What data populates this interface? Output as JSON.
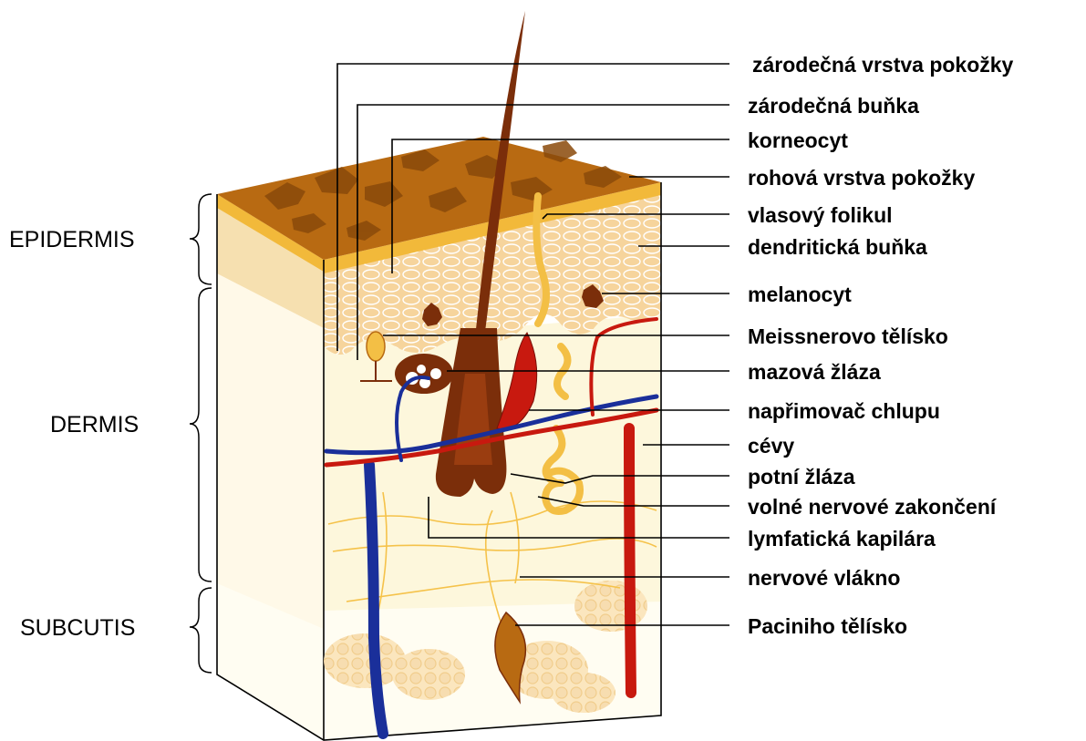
{
  "colors": {
    "stratum_corneum": "#b86a12",
    "stratum_corneum_dark": "#8a4a0a",
    "granular_layer": "#f2b93a",
    "epidermis_cells": "#f6d49c",
    "cell_outline": "#ffffff",
    "dermis": "#fdf7dc",
    "subcutis": "#fffdf2",
    "fat": "#f7ddb0",
    "hair": "#7b2e0a",
    "vein": "#1a2f9a",
    "artery": "#c8190f",
    "gland": "#f3bf45",
    "nerve": "#f5c24a"
  },
  "layers": [
    {
      "label": "EPIDERMIS"
    },
    {
      "label": "DERMIS"
    },
    {
      "label": "SUBCUTIS"
    }
  ],
  "labels": [
    {
      "text": "zárodečná vrstva pokožky"
    },
    {
      "text": "zárodečná buňka"
    },
    {
      "text": "korneocyt"
    },
    {
      "text": "rohová vrstva pokožky"
    },
    {
      "text": "vlasový folikul"
    },
    {
      "text": "dendritická buňka"
    },
    {
      "text": "melanocyt"
    },
    {
      "text": "Meissnerovo tělísko"
    },
    {
      "text": "mazová žláza"
    },
    {
      "text": "napřimovač chlupu"
    },
    {
      "text": "cévy"
    },
    {
      "text": "potní žláza"
    },
    {
      "text": "volné nervové zakončení"
    },
    {
      "text": "lymfatická kapilára"
    },
    {
      "text": "nervové vlákno"
    },
    {
      "text": "Paciniho tělísko"
    }
  ]
}
